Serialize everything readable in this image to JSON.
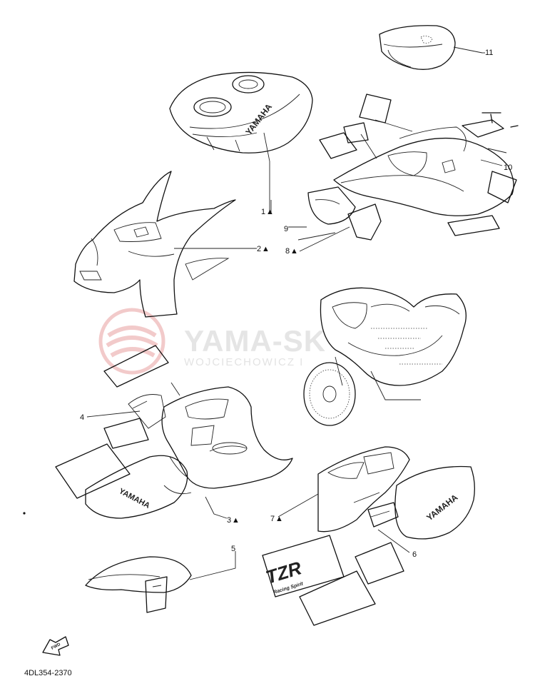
{
  "watermark": {
    "title": "YAMA-SK",
    "subtitle": "WOJCIECHOWICZ I"
  },
  "diagram_code": "4DL354-2370",
  "fwd_label": "FWD",
  "decals": {
    "tank": "YAMAHA",
    "lower_cowl": "YAMAHA",
    "side_panel": "YAMAHA",
    "tzr": "TZR",
    "tzr_sub": "Racing Spirit"
  },
  "parts": [
    {
      "num": "1",
      "marker": "▲"
    },
    {
      "num": "2",
      "marker": "▲"
    },
    {
      "num": "3",
      "marker": "▲"
    },
    {
      "num": "4",
      "marker": ""
    },
    {
      "num": "5",
      "marker": ""
    },
    {
      "num": "6",
      "marker": ""
    },
    {
      "num": "7",
      "marker": "▲"
    },
    {
      "num": "8",
      "marker": "▲"
    },
    {
      "num": "9",
      "marker": ""
    },
    {
      "num": "10",
      "marker": ""
    },
    {
      "num": "11",
      "marker": ""
    }
  ],
  "colors": {
    "line": "#111111",
    "watermark_logo": "#e9a0a0",
    "watermark_text": "#e5e5e5"
  }
}
